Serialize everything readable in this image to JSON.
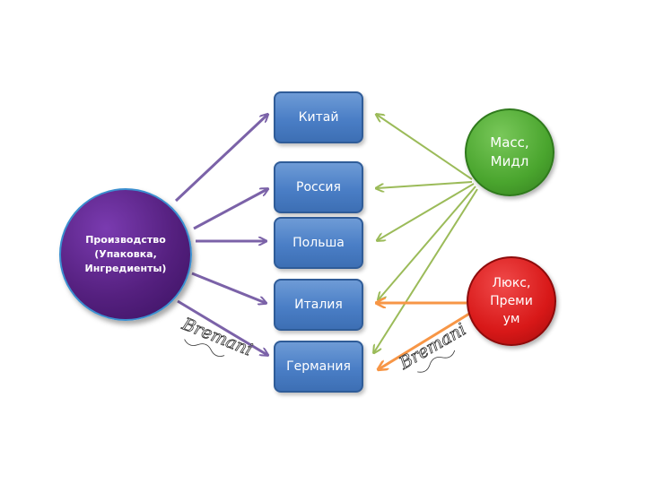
{
  "countries": {
    "china": "Китай",
    "russia": "Россия",
    "poland": "Польша",
    "italy": "Италия",
    "germany": "Германия"
  },
  "production": {
    "line1": "Производство",
    "line2": "(Упаковка,",
    "line3": "Ингредиенты)"
  },
  "mass": {
    "line1": "Масс,",
    "line2": "Мидл"
  },
  "lux": {
    "line1": "Люкс,",
    "line2": "Преми",
    "line3": "ум"
  },
  "logo_text": "Bremani",
  "colors": {
    "country_box": "#4a7ec6",
    "production_circle": "#55207f",
    "mass_circle": "#4aa52e",
    "lux_circle": "#d81818",
    "purple_arrow": "#7b62a8",
    "green_arrow": "#9bbb59",
    "orange_arrow": "#f79646"
  }
}
